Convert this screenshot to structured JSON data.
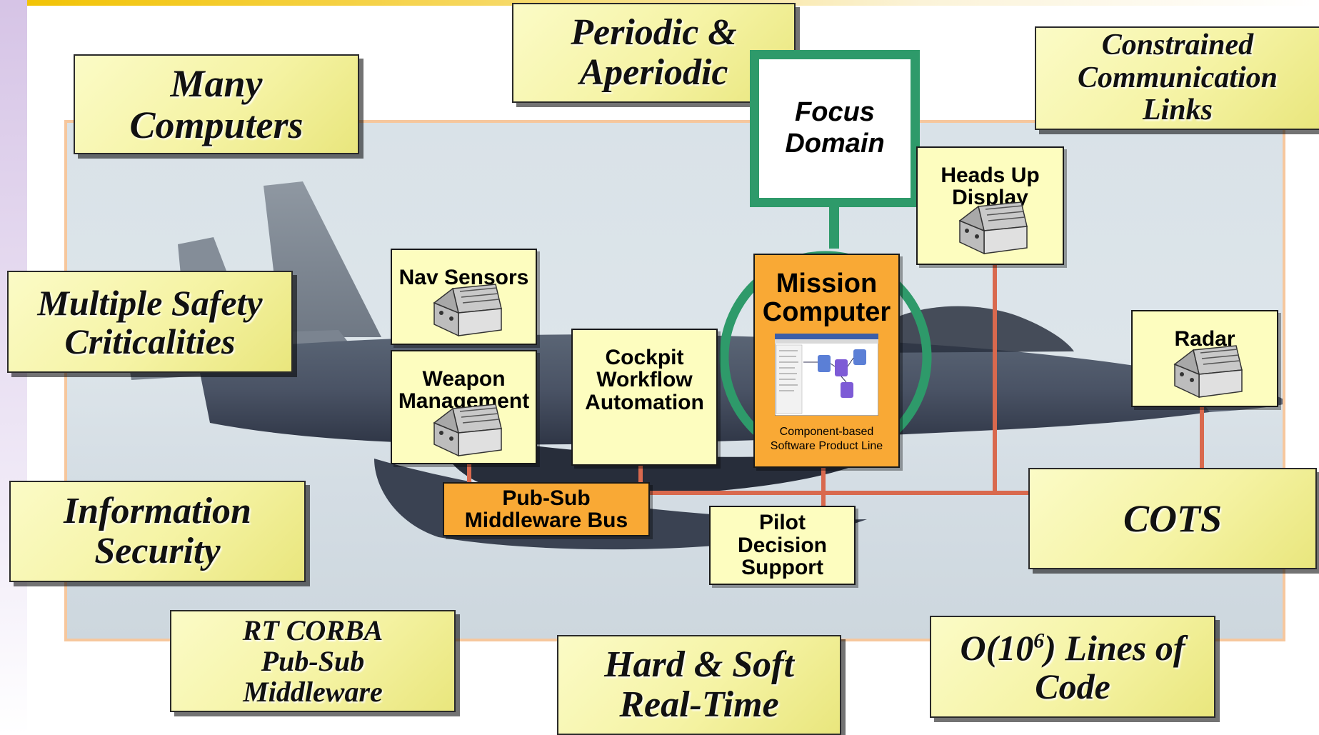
{
  "tags": {
    "periodic": "Periodic &\nAperiodic",
    "many_computers": "Many\nComputers",
    "constrained": "Constrained\nCommunication\nLinks",
    "multiple_safety": "Multiple Safety\nCriticalities",
    "info_security": "Information\nSecurity",
    "cots": "COTS",
    "rt_corba": "RT CORBA\nPub-Sub\nMiddleware",
    "hard_soft": "Hard & Soft\nReal-Time",
    "lines_of_code_prefix": "O(10",
    "lines_of_code_exp": "6",
    "lines_of_code_suffix": ") Lines of\nCode"
  },
  "focus_domain": "Focus\nDomain",
  "mission_computer": {
    "title": "Mission\nComputer",
    "caption": "Component-based\nSoftware Product Line"
  },
  "components": {
    "nav_sensors": "Nav Sensors",
    "weapon_management": "Weapon\nManagement",
    "cockpit_workflow": "Cockpit\nWorkflow\nAutomation",
    "heads_up_display": "Heads Up\nDisplay",
    "radar": "Radar",
    "pilot_decision": "Pilot\nDecision\nSupport",
    "pubsub_bus": "Pub-Sub\nMiddleware Bus"
  },
  "colors": {
    "focus_green": "#2e9a6a",
    "connector": "#d9694e",
    "bus_orange": "#f9a935",
    "tag_yellow": "#f5f3a4"
  }
}
